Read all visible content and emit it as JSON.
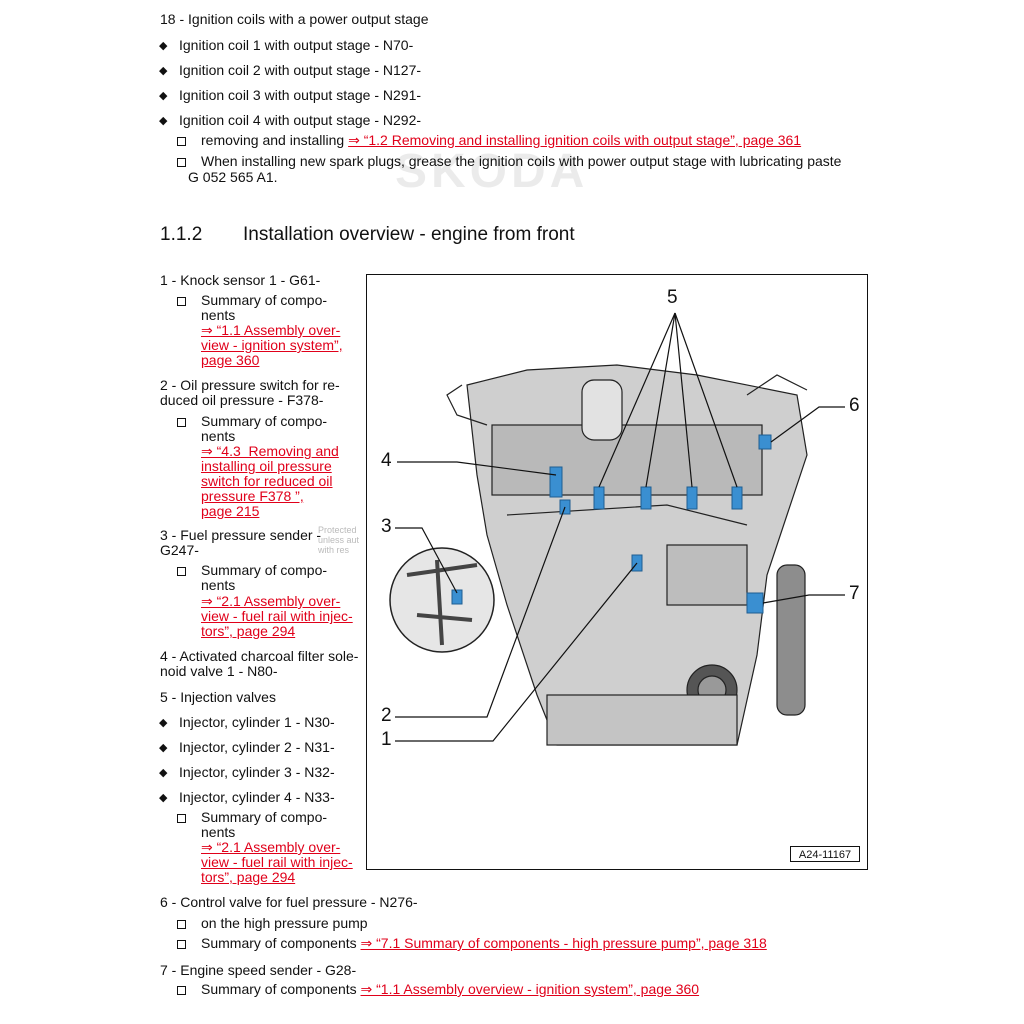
{
  "top": {
    "item18": "18 - Ignition coils with a power output stage",
    "coils": [
      "Ignition coil 1 with output stage - N70-",
      "Ignition coil 2 with output stage - N127-",
      "Ignition coil 3 with output stage - N291-",
      "Ignition coil 4 with output stage - N292-"
    ],
    "remove_text": "removing and installing",
    "remove_link": "⇒ “1.2 Removing and installing ignition coils with output stage”, page 361",
    "spark_text_1": "When installing new spark plugs, grease the ignition coils with power output stage with lubricating paste",
    "spark_text_2": "G 052 565 A1."
  },
  "watermark": "SKODA",
  "section": {
    "number": "1.1.2",
    "title": "Installation overview - engine from front"
  },
  "items": {
    "i1": "1 - Knock sensor 1 - G61-",
    "i1_sub": "Summary of compo-\nnents",
    "i1_link": "⇒ “1.1 Assembly over-\nview - ignition system”,\npage 360",
    "i2": "2 - Oil pressure switch for re-\nduced oil pressure - F378-",
    "i2_sub": "Summary of compo-\nnents",
    "i2_link": "⇒ “4.3  Removing and\ninstalling oil pressure\nswitch for reduced oil\npressure F378 ”,\npage 215",
    "i3": "3 - Fuel pressure sender -\nG247-",
    "i3_sub": "Summary of compo-\nnents",
    "i3_link": "⇒ “2.1 Assembly over-\nview - fuel rail with injec-\ntors”, page 294",
    "i4": "4 - Activated charcoal filter sole-\nnoid valve 1 - N80-",
    "i5": "5 - Injection valves",
    "injectors": [
      "Injector, cylinder 1 - N30-",
      "Injector, cylinder 2 - N31-",
      "Injector, cylinder 3 - N32-",
      "Injector, cylinder 4 - N33-"
    ],
    "i5_sub": "Summary of compo-\nnents",
    "i5_link": "⇒ “2.1 Assembly over-\nview - fuel rail with injec-\ntors”, page 294",
    "i6": "6 - Control valve for fuel pressure - N276-",
    "i6_sub1": "on the high pressure pump",
    "i6_sub2": "Summary of components",
    "i6_link": "⇒ “7.1 Summary of components - high pressure pump”, page 318",
    "i7": "7 - Engine speed sender - G28-",
    "i7_sub": "Summary of components",
    "i7_link": "⇒ “1.1 Assembly overview - ignition system”, page 360"
  },
  "protected": "Protected\nunless aut\nwith res",
  "figure": {
    "labels": [
      "1",
      "2",
      "3",
      "4",
      "5",
      "6",
      "7"
    ],
    "ref": "A24-11167"
  }
}
